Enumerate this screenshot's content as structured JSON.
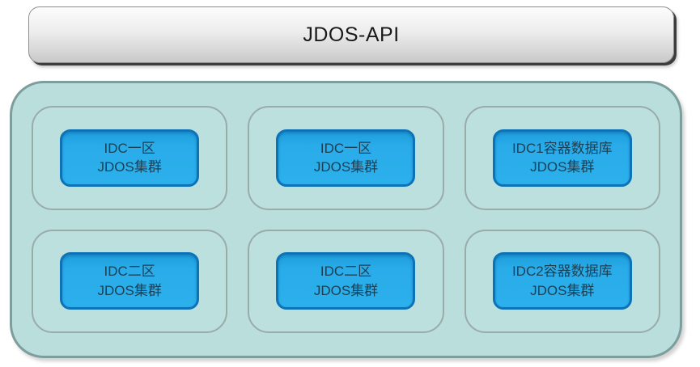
{
  "header": {
    "title": "JDOS-API"
  },
  "cluster_panel": {
    "cells": [
      {
        "line1": "IDC一区",
        "line2": "JDOS集群"
      },
      {
        "line1": "IDC一区",
        "line2": "JDOS集群"
      },
      {
        "line1": "IDC1容器数据库",
        "line2": "JDOS集群"
      },
      {
        "line1": "IDC二区",
        "line2": "JDOS集群"
      },
      {
        "line1": "IDC二区",
        "line2": "JDOS集群"
      },
      {
        "line1": "IDC2容器数据库",
        "line2": "JDOS集群"
      }
    ]
  },
  "colors": {
    "panel_fill": "#b9dedb",
    "panel_border": "#7d9e9c",
    "cell_border": "#9aacaa",
    "node_fill": "#29ace9",
    "node_border": "#0d73b8",
    "node_text": "#1c4055",
    "api_bar_fill_top": "#fcfcfc",
    "api_bar_fill_bottom": "#c9c9c9",
    "api_bar_shadow": "#3c3c3c"
  }
}
